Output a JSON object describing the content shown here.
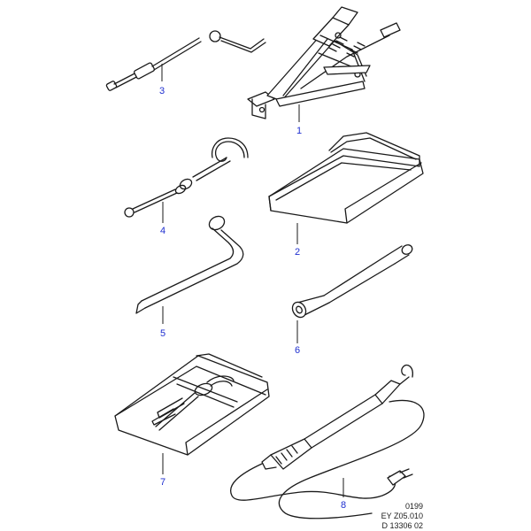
{
  "callouts": {
    "c1": "1",
    "c2": "2",
    "c3": "3",
    "c4": "4",
    "c5": "5",
    "c6": "6",
    "c7": "7",
    "c8": "8"
  },
  "reference": {
    "line1": "0199",
    "line2": "EY Z05.010",
    "line3": "D 13306 02"
  },
  "colors": {
    "callout_text": "#1f2fd0",
    "line_art": "#1a1a1a"
  }
}
